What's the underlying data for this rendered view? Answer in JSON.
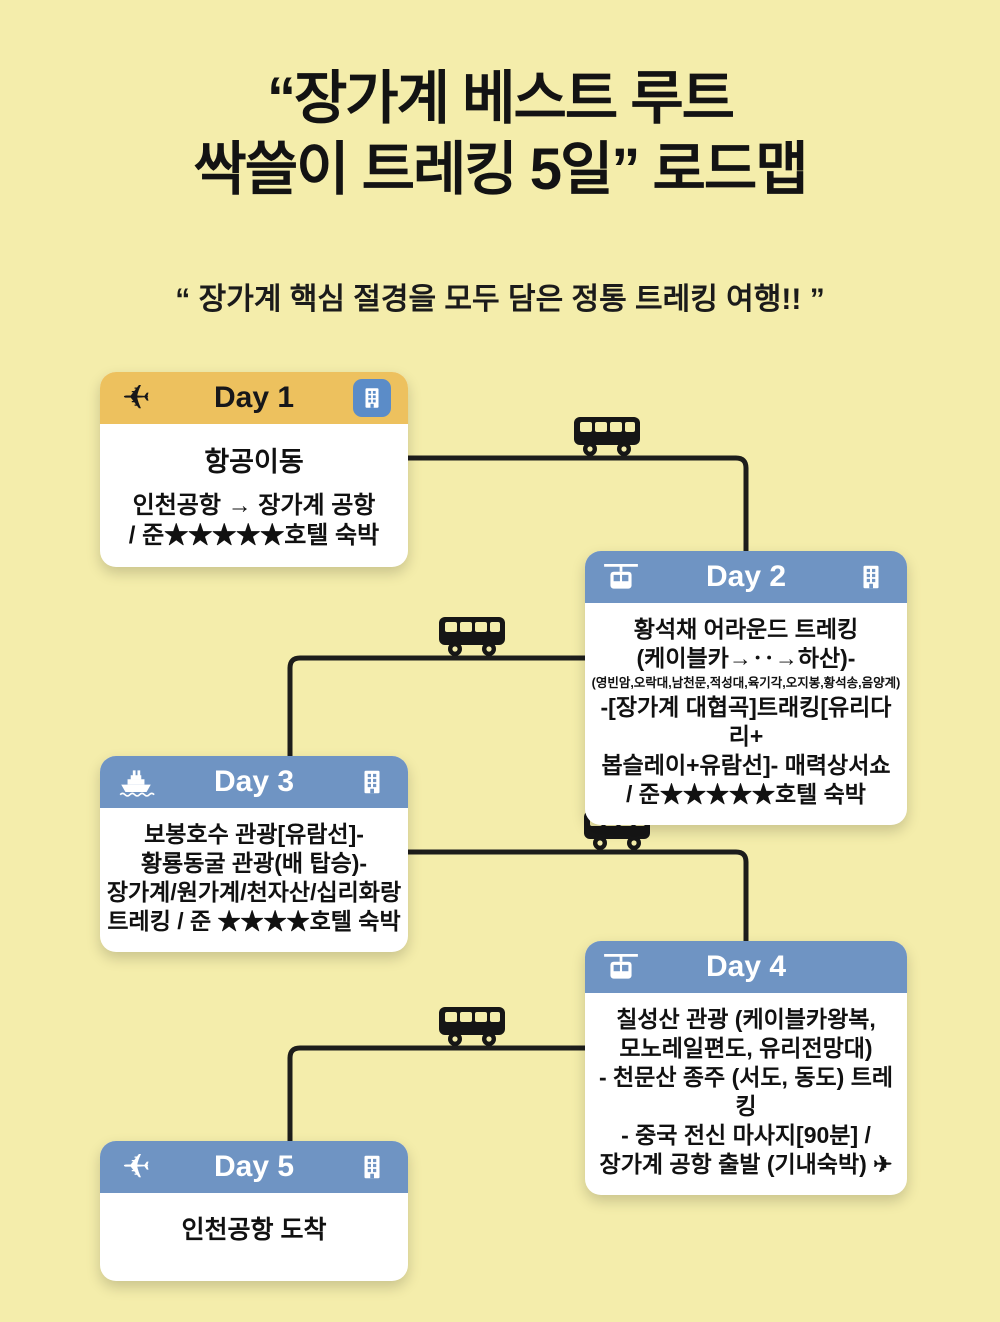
{
  "page": {
    "title_line1": "“장가계 베스트 루트",
    "title_line2": "싹쓸이 트레킹 5일” 로드맵",
    "subtitle": "“ 장가계 핵심 절경을 모두 담은 정통 트레킹 여행!! ”"
  },
  "colors": {
    "background": "#f4edab",
    "day1_header": "#edc15e",
    "blue_header": "#6f94c3",
    "building_badge": "#5b8cc8",
    "connector_line": "#1d1d1b",
    "card_bg": "#ffffff",
    "text": "#111111"
  },
  "icons": {
    "plane": "✈",
    "bus": "bus-silhouette",
    "cablecar": "cable-car-silhouette",
    "ship": "ship-silhouette",
    "building": "hotel-building-silhouette"
  },
  "days": [
    {
      "label": "Day 1",
      "title": "항공이동",
      "lines": [
        "인천공항 → 장가계 공항",
        "/ 준★★★★★호텔 숙박"
      ]
    },
    {
      "label": "Day 2",
      "lines": [
        "황석채 어라운드 트레킹",
        "(케이블카→‥→하산)-",
        "(영빈암,오락대,남천문,적성대,육기각,오지봉,황석송,음양계)",
        "-[장가계 대협곡]트래킹[유리다리+",
        "봅슬레이+유람선]- 매력상서쇼",
        "/ 준★★★★★호텔 숙박"
      ]
    },
    {
      "label": "Day 3",
      "lines": [
        "보봉호수 관광[유람선]-",
        "황룡동굴 관광(배 탑승)-",
        "장가계/원가계/천자산/십리화랑",
        "트레킹 / 준 ★★★★호텔 숙박"
      ]
    },
    {
      "label": "Day 4",
      "lines": [
        "칠성산 관광 (케이블카왕복,",
        "모노레일편도, 유리전망대)",
        "- 천문산 종주 (서도, 동도) 트레킹",
        "- 중국 전신 마사지[90분] /",
        "장가계 공항 출발 (기내숙박) ✈"
      ]
    },
    {
      "label": "Day 5",
      "lines": [
        "인천공항 도착"
      ]
    }
  ]
}
